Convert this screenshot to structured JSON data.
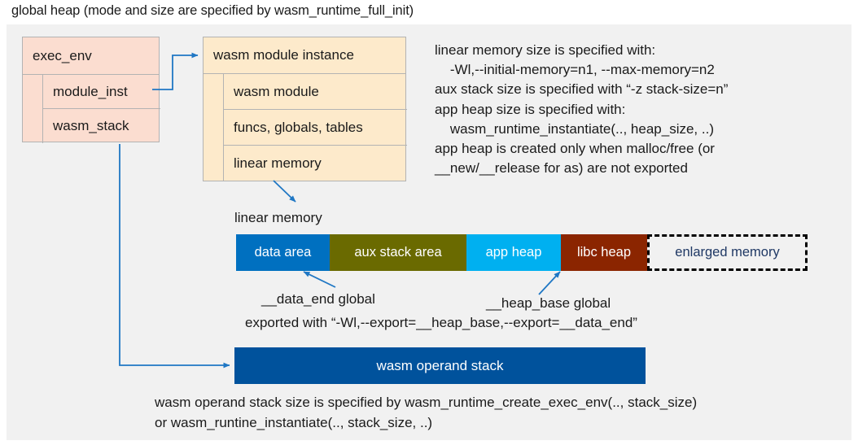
{
  "title": "global heap (mode and size are specified by wasm_runtime_full_init)",
  "exec_env": {
    "header": "exec_env",
    "rows": [
      {
        "label": "module_inst"
      },
      {
        "label": "wasm_stack"
      }
    ]
  },
  "wasm_module_instance": {
    "header": "wasm module instance",
    "rows": [
      {
        "label": "wasm module"
      },
      {
        "label": "funcs, globals, tables"
      },
      {
        "label": "linear memory"
      }
    ]
  },
  "notes": "linear memory size is specified with:\n    -Wl,--initial-memory=n1, --max-memory=n2\naux stack size is specified with “-z stack-size=n”\napp heap size is specified with:\n    wasm_runtime_instantiate(.., heap_size, ..)\napp heap is created only when malloc/free (or\n__new/__release for as) are not exported",
  "linear_memory": {
    "label": "linear memory",
    "segments": [
      {
        "label": "data area",
        "color": "#0070c0",
        "text_color": "#ffffff",
        "width": 115,
        "style": "solid"
      },
      {
        "label": "aux stack area",
        "color": "#6a6a00",
        "text_color": "#ffffff",
        "width": 168,
        "style": "solid"
      },
      {
        "label": "app heap",
        "color": "#00b0f0",
        "text_color": "#ffffff",
        "width": 116,
        "style": "solid"
      },
      {
        "label": "libc heap",
        "color": "#8b2500",
        "text_color": "#ffffff",
        "width": 106,
        "style": "solid"
      },
      {
        "label": "enlarged memory",
        "color": "#f1f1f1",
        "text_color": "#1f3864",
        "width": 197,
        "style": "dashed"
      }
    ]
  },
  "annotations": {
    "data_end": "__data_end global",
    "heap_base": "__heap_base global",
    "exported": "exported with “-Wl,--export=__heap_base,--export=__data_end”"
  },
  "operand_stack": {
    "label": "wasm operand stack"
  },
  "bottom_note": "wasm operand stack size is specified by wasm_runtime_create_exec_env(.., stack_size)\nor wasm_runtine_instantiate(.., stack_size, ..)",
  "colors": {
    "panel_bg": "#f1f1f1",
    "exec_env_fill": "#fbddd0",
    "module_instance_fill": "#fdeacb",
    "arrow": "#1f77c4",
    "operand_stack_fill": "#00529c"
  }
}
